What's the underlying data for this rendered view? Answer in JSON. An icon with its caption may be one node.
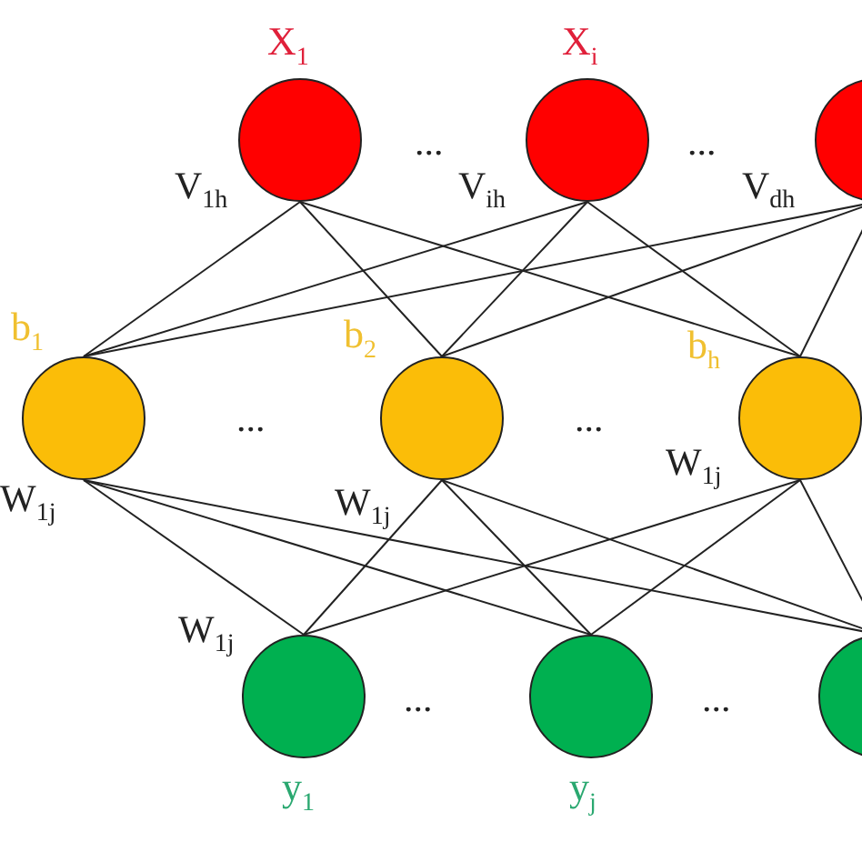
{
  "diagram": {
    "nodes": [
      {
        "text": [
          "X$_{1}$"
        ]
      },
      {
        "text": [
          "X$_{i}$"
        ]
      },
      {
        "text": [],
        "shape": "circle"
      },
      {
        "text": [
          "b$_{1}$"
        ]
      },
      {
        "text": [
          "b$_{2}$"
        ]
      },
      {
        "text": [
          "b$_{h}$"
        ]
      },
      {
        "text": [
          "y$_{1}$"
        ]
      },
      {
        "text": [
          "y$_{j}$"
        ]
      },
      {
        "text": [],
        "shape": "circle"
      }
    ],
    "edges": [
      {
        "from": 0,
        "to": 3,
        "arrow": "none"
      },
      {
        "from": 0,
        "to": 4,
        "arrow": "none"
      },
      {
        "from": 0,
        "to": 5,
        "arrow": "none"
      },
      {
        "from": 1,
        "to": 3,
        "arrow": "none"
      },
      {
        "from": 1,
        "to": 4,
        "arrow": "none"
      },
      {
        "from": 1,
        "to": 5,
        "arrow": "none"
      },
      {
        "from": 2,
        "to": 3,
        "arrow": "none"
      },
      {
        "from": 2,
        "to": 4,
        "arrow": "none"
      },
      {
        "from": 2,
        "to": 5,
        "arrow": "none"
      },
      {
        "from": 3,
        "to": 6,
        "arrow": "none"
      },
      {
        "from": 3,
        "to": 7,
        "arrow": "none"
      },
      {
        "from": 3,
        "to": 8,
        "arrow": "none"
      },
      {
        "from": 4,
        "to": 6,
        "arrow": "none"
      },
      {
        "from": 4,
        "to": 7,
        "arrow": "none"
      },
      {
        "from": 4,
        "to": 8,
        "arrow": "none"
      },
      {
        "from": 5,
        "to": 6,
        "arrow": "none"
      },
      {
        "from": 5,
        "to": 7,
        "arrow": "none"
      },
      {
        "from": 5,
        "to": 8,
        "arrow": "none"
      }
    ],
    "labels": [
      "...",
      "...",
      "V$_{1h}$",
      "V$_{ih}$",
      "V$_{dh}$",
      "...",
      "...",
      "W$_{1j}$",
      "W$_{1j}$",
      "W$_{1j}$",
      "W$_{1j}$",
      "...",
      "..."
    ]
  }
}
